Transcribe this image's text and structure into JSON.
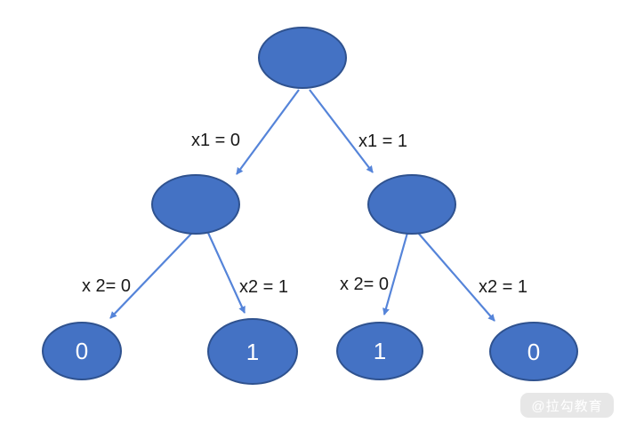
{
  "diagram": {
    "type": "binary-decision-tree",
    "colors": {
      "node_fill": "#4472c4",
      "node_border": "#2f528f",
      "edge_line": "#5584d9",
      "edge_label_text": "#1a1a1a",
      "leaf_label_text": "#ffffff",
      "watermark_bg": "#e7e7e7",
      "watermark_text": "#ffffff"
    },
    "nodes": {
      "root": {
        "label": ""
      },
      "mid_left": {
        "label": ""
      },
      "mid_right": {
        "label": ""
      },
      "leaf1": {
        "label": "0"
      },
      "leaf2": {
        "label": "1"
      },
      "leaf3": {
        "label": "1"
      },
      "leaf4": {
        "label": "0"
      }
    },
    "edges": {
      "root_to_mid_left": {
        "label": "x1 = 0"
      },
      "root_to_mid_right": {
        "label": "x1 = 1"
      },
      "mid_left_to_leaf1": {
        "label": "x 2= 0"
      },
      "mid_left_to_leaf2": {
        "label": "x2 = 1"
      },
      "mid_right_to_leaf3": {
        "label": "x 2= 0"
      },
      "mid_right_to_leaf4": {
        "label": "x2 = 1"
      }
    }
  },
  "watermark": {
    "text": "@拉勾教育"
  }
}
